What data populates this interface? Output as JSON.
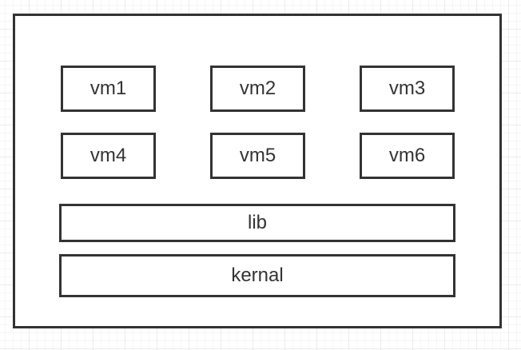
{
  "diagram": {
    "vms": [
      "vm1",
      "vm2",
      "vm3",
      "vm4",
      "vm5",
      "vm6"
    ],
    "lib": "lib",
    "kernel": "kernal"
  }
}
